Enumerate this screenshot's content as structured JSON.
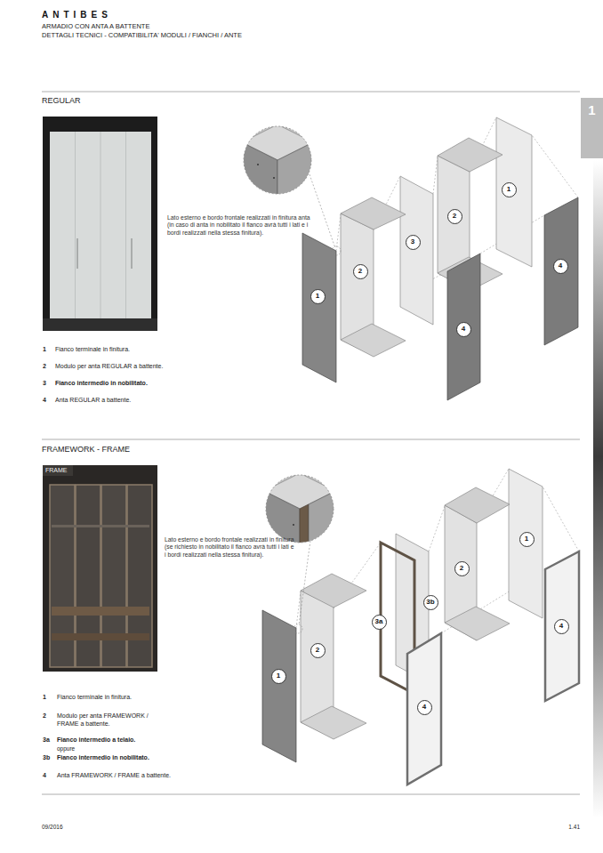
{
  "diagram": {
    "title": "ANTIBES",
    "nodes": [
      {
        "text": [
          "1"
        ]
      },
      {
        "text": [
          "1"
        ]
      },
      {
        "text": [
          "2"
        ]
      },
      {
        "text": [
          "3"
        ]
      },
      {
        "text": [
          "4"
        ]
      },
      {
        "text": [
          "2"
        ]
      },
      {
        "text": [
          "1"
        ]
      },
      {
        "text": [
          "4"
        ]
      },
      {
        "text": [
          "1"
        ]
      },
      {
        "text": [
          "2"
        ]
      },
      {
        "text": [
          "3b"
        ]
      },
      {
        "text": [
          "3a"
        ]
      },
      {
        "text": [
          "4"
        ]
      },
      {
        "text": [
          "2"
        ]
      },
      {
        "text": [
          "1"
        ]
      },
      {
        "text": [
          "4"
        ]
      }
    ],
    "labels": [
      "ARMADIO CON ANTA A BATTENTE",
      "DETTAGLI TECNICI - COMPATIBILITA' MODULI / FIANCHI / ANTE",
      "REGULAR",
      "Lato esterno e bordo frontale realizzati in finitura anta (in caso di anta in nobilitato il fianco avrà tutti i lati e i bordi realizzati nella stessa finitura).",
      "1",
      "Fianco terminale in finitura.",
      "2",
      "Modulo per anta REGULAR a battente.",
      "3",
      "Fianco intermedio in nobilitato.",
      "4",
      "Anta REGULAR a battente.",
      "FRAMEWORK - FRAME",
      "FRAME",
      "Lato esterno e bordo frontale realizzati in finitura (se richiesto in nobilitato il fianco avrà tutti i lati e i bordi realizzati nella stessa finitura).",
      "1",
      "Fianco terminale in finitura.",
      "2",
      "Modulo per anta FRAMEWORK / FRAME a battente.",
      "3a",
      "Fianco intermedio a telaio.",
      "oppure",
      "3b",
      "Fianco intermedio in nobilitato.",
      "4",
      "Anta FRAMEWORK / FRAME a battente.",
      "09/2016",
      "1.41"
    ]
  }
}
